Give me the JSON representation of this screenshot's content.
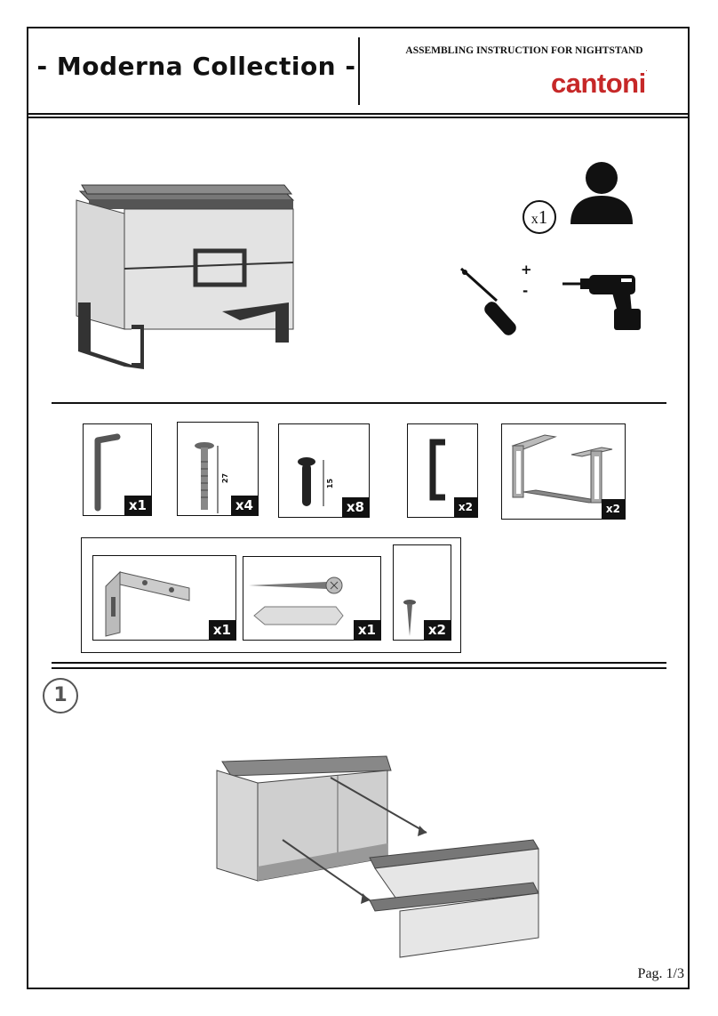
{
  "header": {
    "title": "- Moderna Collection -",
    "subtitle": "ASSEMBLING INSTRUCTION FOR NIGHTSTAND",
    "brand": "cantoni",
    "brand_mark": "."
  },
  "requirements": {
    "persons_prefix": "x",
    "persons_count": "1",
    "plus_sign": "+",
    "minus_sign": "-"
  },
  "parts": [
    {
      "qty": "x1"
    },
    {
      "qty": "x4",
      "dimension": "27"
    },
    {
      "qty": "x8",
      "dimension": "15"
    },
    {
      "qty": "x2"
    },
    {
      "qty": "x2"
    }
  ],
  "hardware": [
    {
      "qty": "x1"
    },
    {
      "qty": "x1"
    },
    {
      "qty": "x2"
    }
  ],
  "step": {
    "number": "1"
  },
  "footer": {
    "page": "Pag. 1/3"
  },
  "colors": {
    "brand": "#c62828",
    "line": "#111111"
  }
}
